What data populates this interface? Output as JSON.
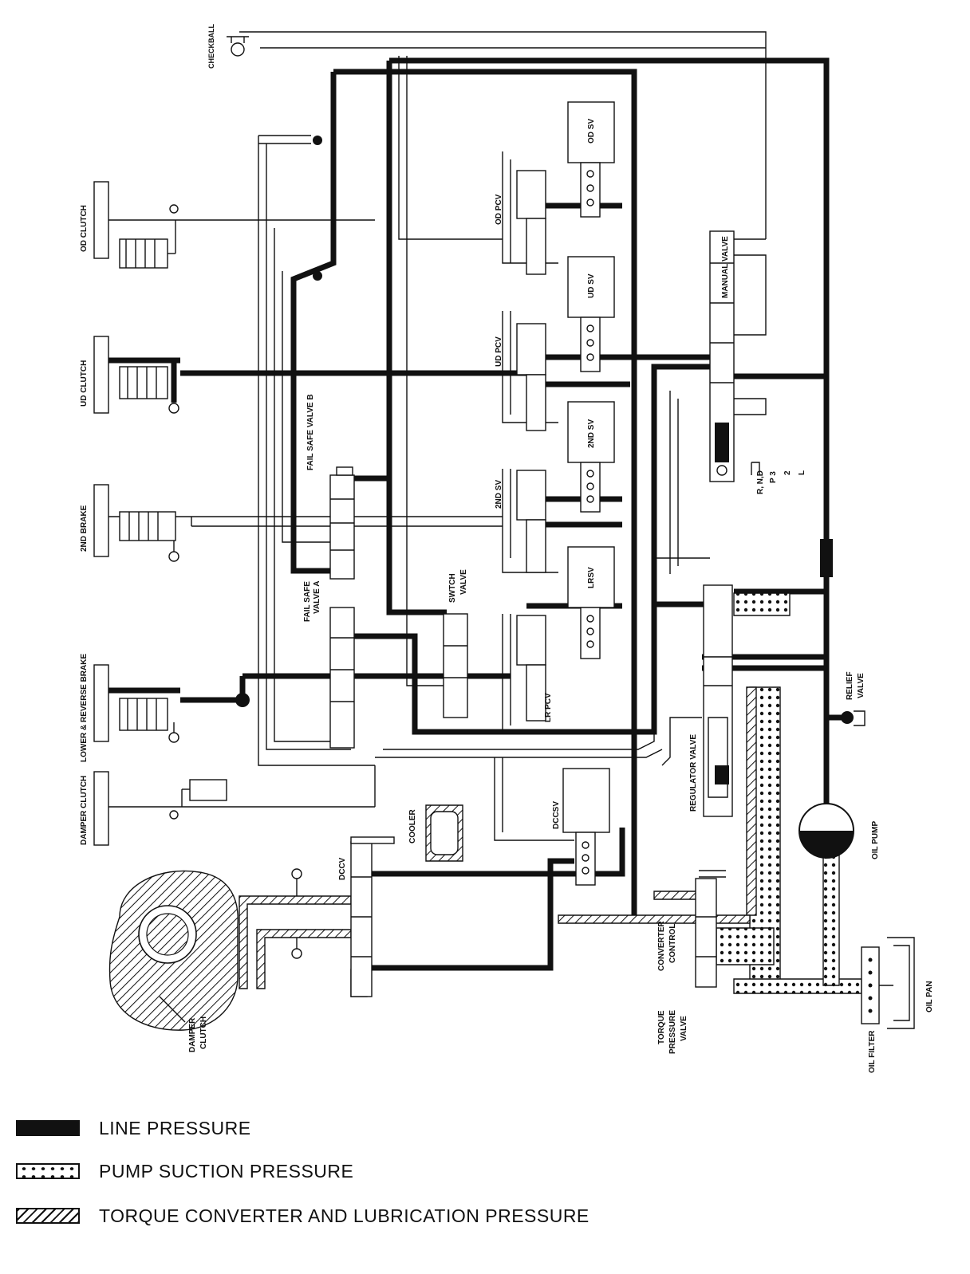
{
  "labels": {
    "checkball": "CHECKBALL",
    "od_clutch": "OD CLUTCH",
    "ud_clutch": "UD CLUTCH",
    "second_brake": "2ND BRAKE",
    "low_reverse_brake": "LOWER & REVERSE BRAKE",
    "damper_clutch_side": "DAMPER CLUTCH",
    "od_pcv": "OD PCV",
    "od_sv": "OD SV",
    "ud_pcv": "UD PCV",
    "ud_sv": "UD SV",
    "second_sv_left": "2ND SV",
    "second_sv": "2ND SV",
    "lrsv": "LRSV",
    "lr_pcv": "LR PCV",
    "fail_safe_valve_b": "FAIL SAFE VALVE B",
    "fail_safe_valve_a_1": "FAIL SAFE",
    "fail_safe_valve_a_2": "VALVE A",
    "switch_valve_1": "SWTCH",
    "switch_valve_2": "VALVE",
    "manual_valve": "MANUAL VALVE",
    "range_rnd": "R, N,D",
    "range_p3": "P 3",
    "range_2": "2",
    "range_l": "L",
    "regulator_valve": "REGULATOR VALVE",
    "relief_valve_1": "RELIEF",
    "relief_valve_2": "VALVE",
    "dccsv": "DCCSV",
    "cooler": "COOLER",
    "dccv": "DCCV",
    "oil_pump": "OIL PUMP",
    "converter_control_1": "CONVERTER",
    "converter_control_2": "CONTROL",
    "torque_pressure_1": "TORQUE",
    "torque_pressure_2": "PRESSURE",
    "torque_pressure_3": "VALVE",
    "damper_clutch_1": "DAMPER",
    "damper_clutch_2": "CLUTCH",
    "oil_filter": "OIL FILTER",
    "oil_pan": "OIL PAN"
  },
  "legend": [
    {
      "label": "LINE PRESSURE",
      "pattern": "solid"
    },
    {
      "label": "PUMP SUCTION PRESSURE",
      "pattern": "dotted"
    },
    {
      "label": "TORQUE CONVERTER AND LUBRICATION PRESSURE",
      "pattern": "hatched"
    }
  ]
}
